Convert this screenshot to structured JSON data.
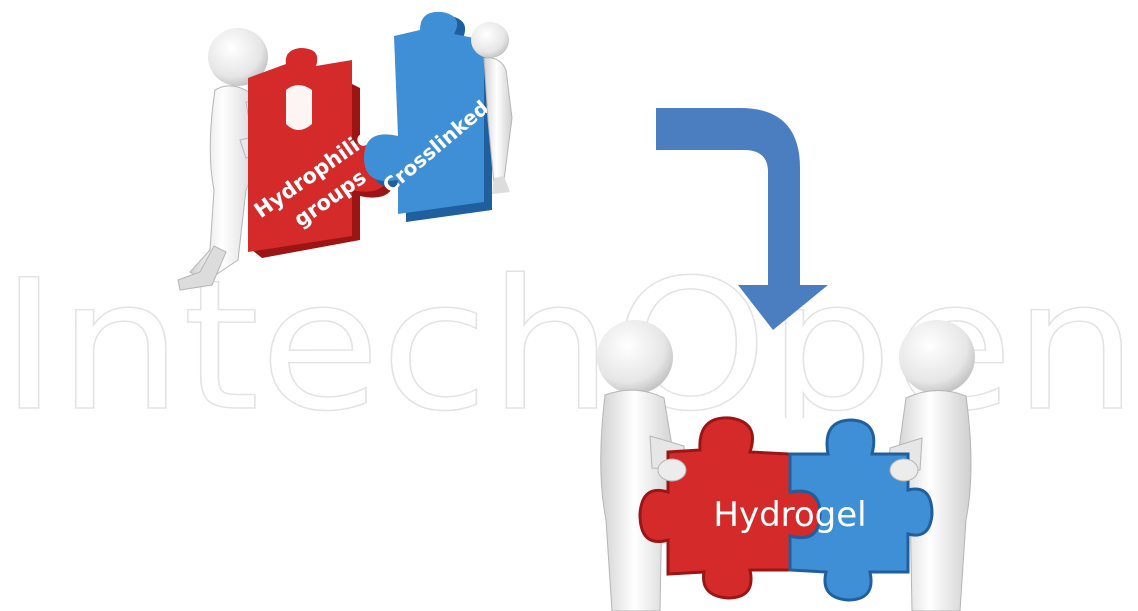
{
  "watermark": {
    "text": "IntechOpen"
  },
  "labels": {
    "red_piece": {
      "line1": "Hydrophilic",
      "line2": "groups"
    },
    "blue_piece": "Crosslinked",
    "result": "Hydrogel"
  },
  "colors": {
    "red": "#d42a2a",
    "red_dark": "#9c1515",
    "blue": "#3f8fd6",
    "blue_dark": "#1f5f9e",
    "arrow": "#4a7ec0",
    "figure": "#eeeeee",
    "figure_shade": "#c9c9c9"
  }
}
